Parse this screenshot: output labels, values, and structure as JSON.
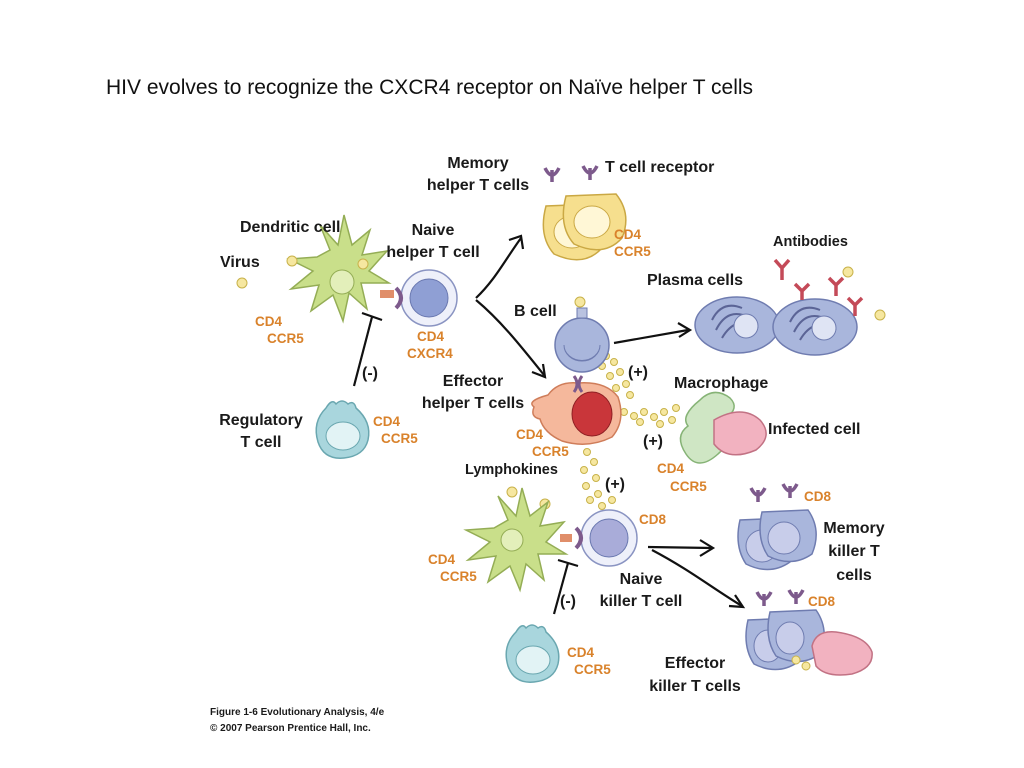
{
  "slide": {
    "title": "HIV evolves to recognize the CXCR4 receptor on Naïve helper T cells"
  },
  "labels": {
    "memory_helper_1": "Memory",
    "memory_helper_2": "helper T cells",
    "t_cell_receptor": "T cell receptor",
    "dendritic_cell": "Dendritic cell",
    "naive_helper_1": "Naive",
    "naive_helper_2": "helper T cell",
    "virus": "Virus",
    "antibodies": "Antibodies",
    "plasma_cells": "Plasma cells",
    "b_cell": "B cell",
    "minus_top": "(-)",
    "plus_1": "(+)",
    "effector_helper_1": "Effector",
    "effector_helper_2": "helper T cells",
    "macrophage": "Macrophage",
    "regulatory_1": "Regulatory",
    "regulatory_2": "T cell",
    "infected_cell": "Infected cell",
    "plus_2": "(+)",
    "lymphokines": "Lymphokines",
    "plus_3": "(+)",
    "memory_killer_1": "Memory",
    "memory_killer_2": "killer T",
    "memory_killer_3": "cells",
    "naive_killer_1": "Naive",
    "naive_killer_2": "killer T cell",
    "minus_bottom": "(-)",
    "effector_killer_1": "Effector",
    "effector_killer_2": "killer T cells"
  },
  "markers": {
    "dendritic_cd4": "CD4",
    "dendritic_ccr5": "CCR5",
    "naive_helper_cd4": "CD4",
    "naive_helper_cxcr4": "CXCR4",
    "memory_helper_cd4": "CD4",
    "memory_helper_ccr5": "CCR5",
    "regulatory_cd4": "CD4",
    "regulatory_ccr5": "CCR5",
    "effector_helper_cd4": "CD4",
    "effector_helper_ccr5": "CCR5",
    "macrophage_cd4": "CD4",
    "macrophage_ccr5": "CCR5",
    "dendritic2_cd4": "CD4",
    "dendritic2_ccr5": "CCR5",
    "naive_killer_cd8": "CD8",
    "memory_killer_cd8": "CD8",
    "effector_killer_cd8": "CD8",
    "regulatory2_cd4": "CD4",
    "regulatory2_ccr5": "CCR5"
  },
  "caption": {
    "line1": "Figure 1-6  Evolutionary Analysis, 4/e",
    "line2": "© 2007 Pearson Prentice Hall, Inc."
  },
  "colors": {
    "dendritic": "#c9df8a",
    "naive_cell": "#8f9fd4",
    "memory_helper": "#f6df8e",
    "plasma": "#a9b6dc",
    "effector_helper": "#f5b89c",
    "effector_nucleus": "#c9363a",
    "regulatory": "#a9d6dd",
    "macrophage": "#cfe6c4",
    "infected": "#f2b2c0",
    "marker_orange": "#d9822b",
    "receptor_purple": "#7d5a8c"
  }
}
